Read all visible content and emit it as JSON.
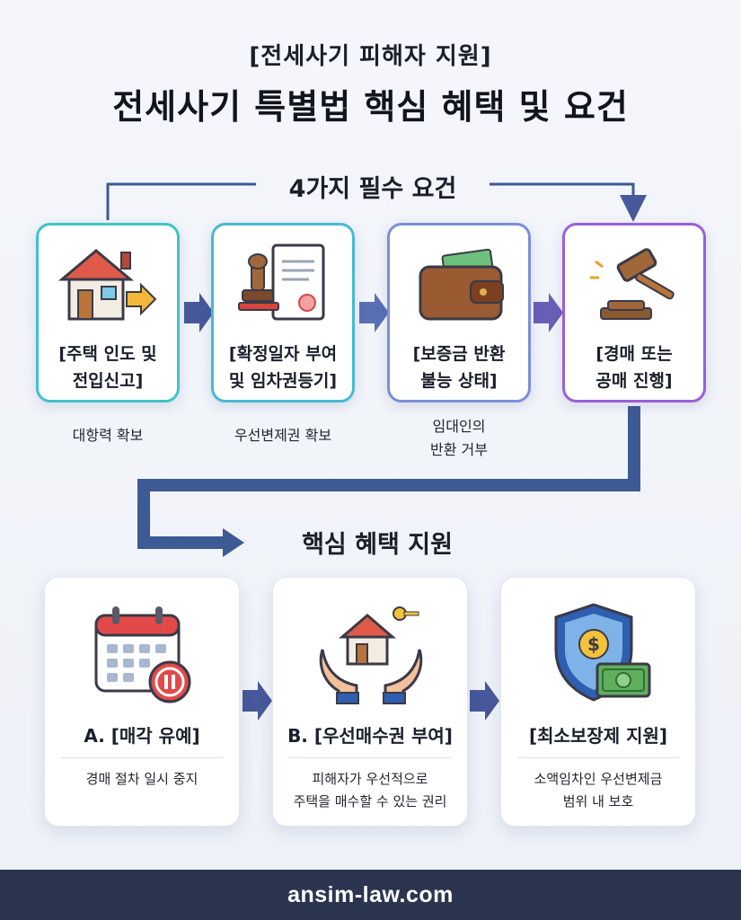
{
  "header": {
    "subtitle": "[전세사기 피해자 지원]",
    "title": "전세사기 특별법 핵심 혜택 및 요건"
  },
  "requirements": {
    "title": "4가지 필수 요건",
    "cards": [
      {
        "label": "[주택 인도 및\n전입신고]",
        "caption": "대항력 확보",
        "icon": "house-move-in-icon",
        "border": "#3fc3c9"
      },
      {
        "label": "[확정일자 부여\n및 임차권등기]",
        "caption": "우선변제권 확보",
        "icon": "stamp-document-icon",
        "border": "#46b9d3"
      },
      {
        "label": "[보증금 반환\n불능 상태]",
        "caption": "임대인의\n반환 거부",
        "icon": "wallet-icon",
        "border": "#7a8fd8"
      },
      {
        "label": "[경매 또는\n공매 진행]",
        "caption": "",
        "icon": "gavel-icon",
        "border": "#9b5fd6"
      }
    ]
  },
  "benefits": {
    "title": "핵심 혜택 지원",
    "cards": [
      {
        "title": "A. [매각 유예]",
        "desc": "경매 절차 일시 중지",
        "icon": "calendar-pause-icon"
      },
      {
        "title": "B. [우선매수권 부여]",
        "desc": "피해자가 우선적으로\n주택을 매수할 수 있는 권리",
        "icon": "hands-house-key-icon"
      },
      {
        "title": "[최소보장제 지원]",
        "desc": "소액임차인 우선변제금\n범위 내 보호",
        "icon": "shield-money-icon"
      }
    ]
  },
  "colors": {
    "arrow": "#47599a",
    "flow_line": "#3e5a94",
    "footer_bg": "#2b3550"
  },
  "footer": {
    "site": "ansim-law.com"
  }
}
